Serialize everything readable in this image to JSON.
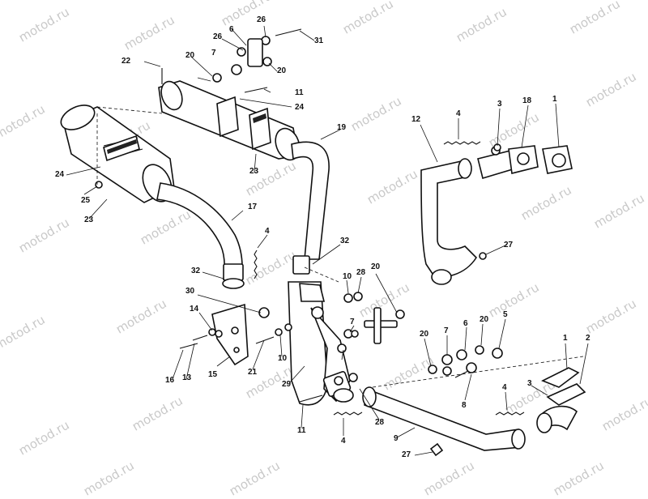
{
  "watermark": "motod.ru",
  "callouts": {
    "c1a": "1",
    "c1b": "1",
    "c2": "2",
    "c3a": "3",
    "c3b": "3",
    "c4a": "4",
    "c4b": "4",
    "c4c": "4",
    "c4d": "4",
    "c5": "5",
    "c6a": "6",
    "c6b": "6",
    "c7a": "7",
    "c7b": "7",
    "c7c": "7",
    "c8": "8",
    "c9": "9",
    "c10a": "10",
    "c10b": "10",
    "c11a": "11",
    "c11b": "11",
    "c12": "12",
    "c13": "13",
    "c14": "14",
    "c15": "15",
    "c16": "16",
    "c17": "17",
    "c18": "18",
    "c19": "19",
    "c20a": "20",
    "c20b": "20",
    "c20c": "20",
    "c20d": "20",
    "c20e": "20",
    "c21": "21",
    "c22": "22",
    "c23a": "23",
    "c23b": "23",
    "c24a": "24",
    "c24b": "24",
    "c25": "25",
    "c26a": "26",
    "c26b": "26",
    "c27a": "27",
    "c27b": "27",
    "c28a": "28",
    "c28b": "28",
    "c29": "29",
    "c30": "30",
    "c31": "31",
    "c32a": "32",
    "c32b": "32"
  }
}
